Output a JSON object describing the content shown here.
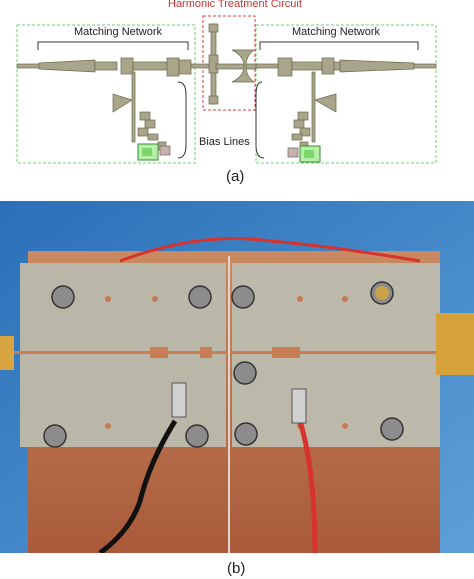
{
  "labels": {
    "harmonic_title": "Harmonic Treatment Circuit",
    "matching_network_left": "Matching Network",
    "matching_network_right": "Matching Network",
    "bias_lines": "Bias Lines",
    "caption_a": "(a)",
    "caption_b": "(b)"
  },
  "colors": {
    "layout_metal": "#a8a58a",
    "layout_outline": "#6b6a4c",
    "green_dashed_box": "#67d867",
    "red_dashed_box": "#e23b3b",
    "board_substrate": "#b9b5a6",
    "copper": "#c97d55",
    "background_blue": "#3b7fc4",
    "wire_red": "#d8322d",
    "wire_black": "#111111"
  }
}
